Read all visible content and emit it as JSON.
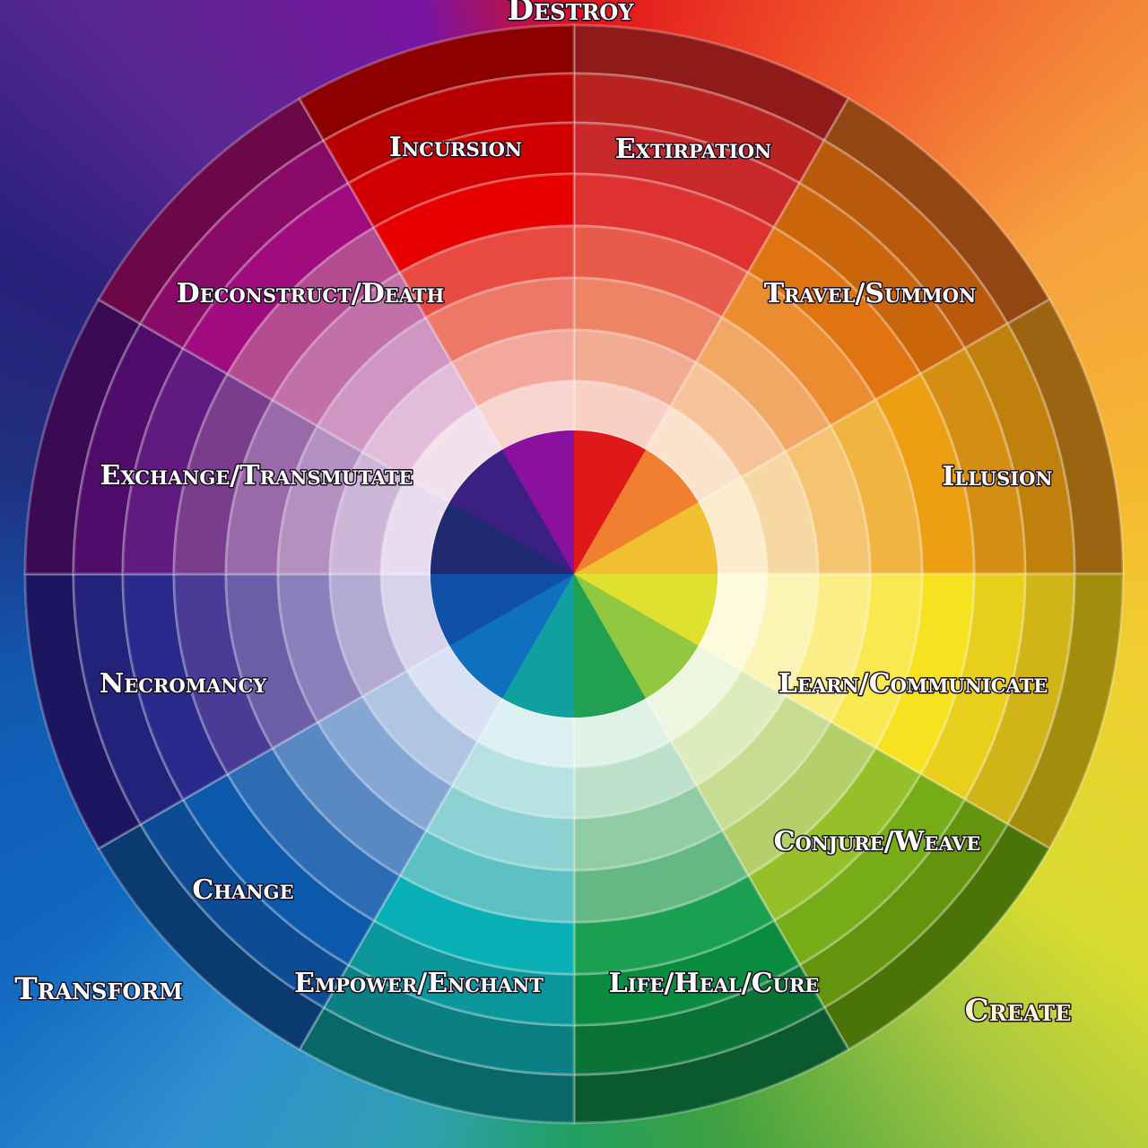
{
  "corners": {
    "top": "Destroy",
    "bottom_left": "Transform",
    "bottom_right": "Create"
  },
  "segments": [
    {
      "label": "Extirpation",
      "colors": [
        "#8e1a1a",
        "#b8231f",
        "#c8282a",
        "#de3230",
        "#e85a4a",
        "#ee8466",
        "#f3ac94",
        "#f8d0c4"
      ]
    },
    {
      "label": "Travel/Summon",
      "colors": [
        "#944612",
        "#b9590c",
        "#c9660c",
        "#e07410",
        "#ec8c30",
        "#f2a864",
        "#f6c498",
        "#fbe2cc"
      ]
    },
    {
      "label": "Illusion",
      "colors": [
        "#9a6410",
        "#c0800c",
        "#d48f12",
        "#ed9f14",
        "#f2b440",
        "#f5c470",
        "#f8d8a2",
        "#fbeccc"
      ]
    },
    {
      "label": "Learn/Communicate",
      "colors": [
        "#a48c0c",
        "#d0b418",
        "#e8cf1c",
        "#f7e220",
        "#fae850",
        "#fbee86",
        "#fcf4b4",
        "#fefadc"
      ]
    },
    {
      "label": "Conjure/Weave",
      "colors": [
        "#4a7408",
        "#64940e",
        "#76ac18",
        "#96c02a",
        "#b4d06a",
        "#c8dc92",
        "#dcecbc",
        "#eef6e0"
      ]
    },
    {
      "label": "Life/Heal/Cure",
      "colors": [
        "#0a5a2e",
        "#0a7436",
        "#0a8c40",
        "#1aa050",
        "#64b884",
        "#90cca4",
        "#bce0c8",
        "#e0f2e8"
      ]
    },
    {
      "label": "Empower/Enchant",
      "colors": [
        "#086868",
        "#0a8084",
        "#0a969a",
        "#08b0b6",
        "#5cc0c4",
        "#8cd2d2",
        "#b6e2e2",
        "#dcf0f2"
      ]
    },
    {
      "label": "Change",
      "colors": [
        "#0a3a70",
        "#0c4c94",
        "#0c58aa",
        "#2c6cb4",
        "#5a88c4",
        "#86a6d4",
        "#b0c4e4",
        "#d8e2f2"
      ]
    },
    {
      "label": "Necromancy",
      "colors": [
        "#1c1660",
        "#22227a",
        "#2a2a8c",
        "#4a3c96",
        "#6a5ea8",
        "#8c80bc",
        "#b2aad2",
        "#d8d2ea"
      ]
    },
    {
      "label": "Exchange/Transmutate",
      "colors": [
        "#3a0a54",
        "#500c6a",
        "#601a80",
        "#7a3c8c",
        "#9a6aa8",
        "#b490c0",
        "#ceb6d8",
        "#e8dcee"
      ]
    },
    {
      "label": "Deconstruct/Death",
      "colors": [
        "#6c0848",
        "#8a0a68",
        "#a00c7e",
        "#b44a90",
        "#c270a8",
        "#d096c2",
        "#e2bcd8",
        "#f2e0ec"
      ]
    },
    {
      "label": "Incursion",
      "colors": [
        "#8c0000",
        "#b80000",
        "#d00000",
        "#e60000",
        "#e84a40",
        "#ee7868",
        "#f4a89c",
        "#f8d4ce"
      ]
    }
  ],
  "center": {
    "colors": [
      "#e0181a",
      "#f08030",
      "#f0c030",
      "#e0e030",
      "#90c840",
      "#20a050",
      "#10a0a0",
      "#1070c0",
      "#1050a8",
      "#202a70",
      "#3a2080",
      "#8a10a0"
    ]
  }
}
